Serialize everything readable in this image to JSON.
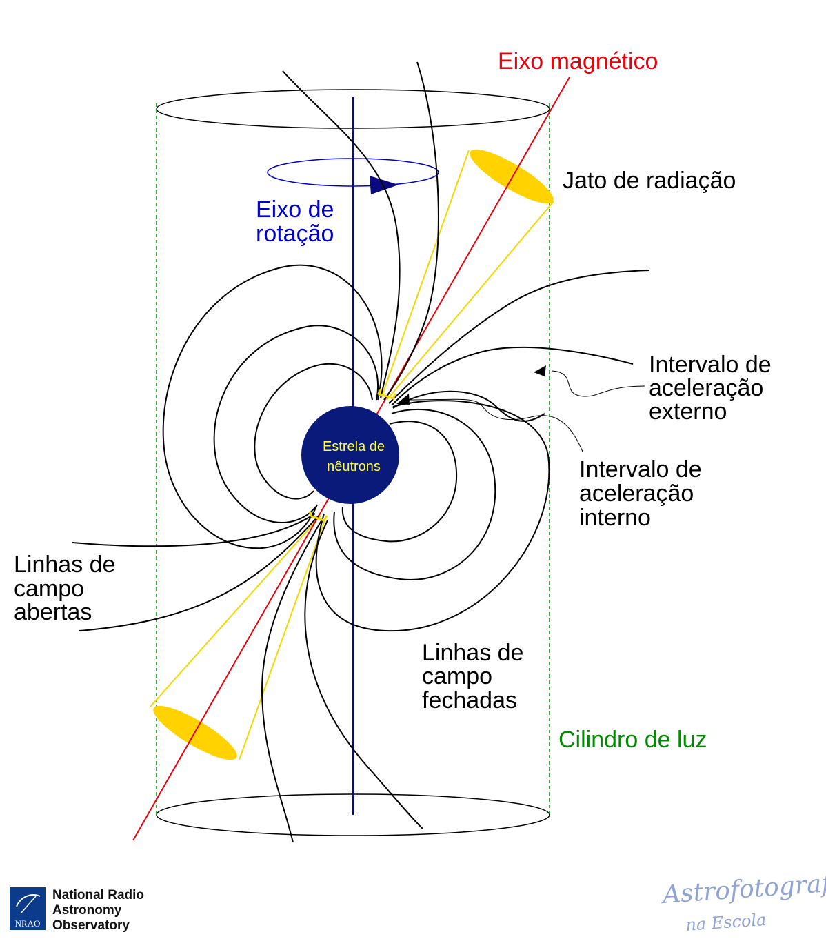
{
  "labels": {
    "magnetic_axis": "Eixo magnético",
    "radiation_beam": "Jato de radiação",
    "rotation_axis_line1": "Eixo de",
    "rotation_axis_line2": "rotação",
    "outer_gap_line1": "Intervalo de",
    "outer_gap_line2": "aceleração",
    "outer_gap_line3": "externo",
    "inner_gap_line1": "Intervalo de",
    "inner_gap_line2": "aceleração",
    "inner_gap_line3": "interno",
    "open_lines_line1": "Linhas de",
    "open_lines_line2": "campo",
    "open_lines_line3": "abertas",
    "closed_lines_line1": "Linhas de",
    "closed_lines_line2": "campo",
    "closed_lines_line3": "fechadas",
    "light_cylinder": "Cilindro de luz",
    "star_line1": "Estrela de",
    "star_line2": "nêutrons"
  },
  "logos": {
    "nrao_line1": "National Radio",
    "nrao_line2": "Astronomy",
    "nrao_line3": "Observatory",
    "nrao_badge": "NRAO",
    "astro_main": "Astrofotografia",
    "astro_sub": "na Escola"
  },
  "colors": {
    "magnetic_axis": "#e8000b",
    "rotation_axis": "#0000cc",
    "light_cylinder": "#008a00",
    "beam": "#ffd200",
    "star": "#0a1a7a",
    "star_text": "#ffff33",
    "field_lines": "#000000"
  }
}
